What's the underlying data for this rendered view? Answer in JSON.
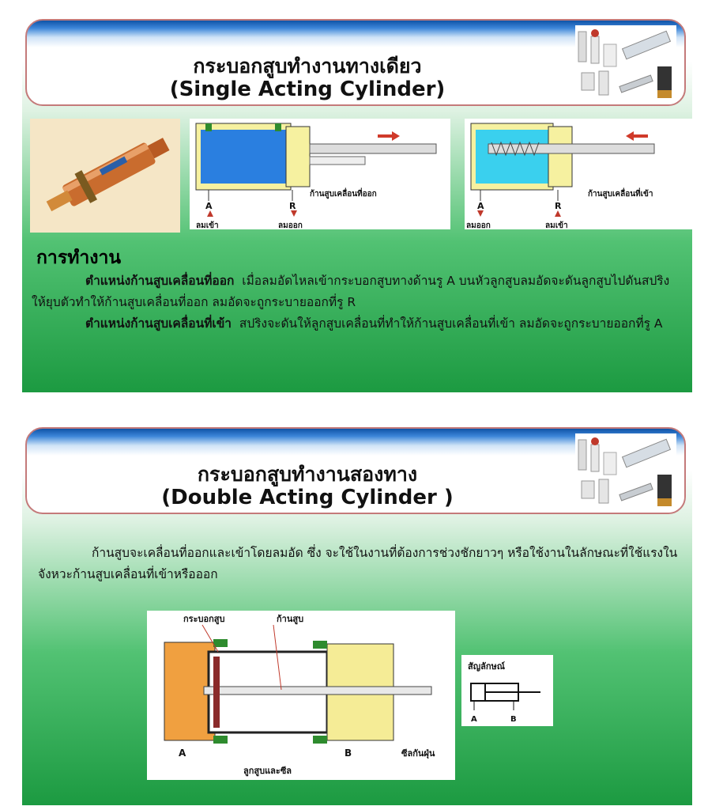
{
  "slide1": {
    "title_th": "กระบอกสูบทำงานทางเดียว",
    "title_en": "(Single  Acting  Cylinder)",
    "diagram_out": {
      "port_a": "A",
      "port_r": "R",
      "rod_label": "ก้านสูบเคลื่อนที่ออก",
      "air_in": "ลมเข้า",
      "air_out": "ลมออก"
    },
    "diagram_in": {
      "port_a": "A",
      "port_r": "R",
      "rod_label": "ก้านสูบเคลื่อนที่เข้า",
      "air_out": "ลมออก",
      "air_in": "ลมเข้า"
    },
    "heading": "การทำงาน",
    "p1_bold": "ตำแหน่งก้านสูบเคลื่อนที่ออก",
    "p1_text": "เมื่อลมอัดไหลเข้ากระบอกสูบทางด้านรู A บนหัวลูกสูบลมอัดจะดันลูกสูบไปดันสปริงให้ยุบตัวทำให้ก้านสูบเคลื่อนที่ออก  ลมอัดจะถูกระบายออกที่รู R",
    "p2_bold": "ตำแหน่งก้านสูบเคลื่อนที่เข้า",
    "p2_text": "สปริงจะดันให้ลูกสูบเคลื่อนที่ทำให้ก้านสูบเคลื่อนที่เข้า  ลมอัดจะถูกระบายออกที่รู A"
  },
  "slide2": {
    "title_th": "กระบอกสูบทำงานสองทาง",
    "title_en": "(Double Acting  Cylinder )",
    "para": "ก้านสูบจะเคลื่อนที่ออกและเข้าโดยลมอัด  ซึ่ง จะใช้ในงานที่ต้องการช่วงชักยาวๆ  หรือใช้งานในลักษณะที่ใช้แรงในจังหวะก้านสูบเคลื่อนที่เข้าหรือออก",
    "diagram": {
      "barrel": "กระบอกสูบ",
      "rod": "ก้านสูบ",
      "port_a": "A",
      "port_b": "B",
      "piston_seal": "ลูกสูบและซีล",
      "dust_seal": "ซีลกันฝุ่น"
    },
    "symbol": {
      "title": "สัญลักษณ์",
      "port_a": "A",
      "port_b": "B"
    }
  }
}
